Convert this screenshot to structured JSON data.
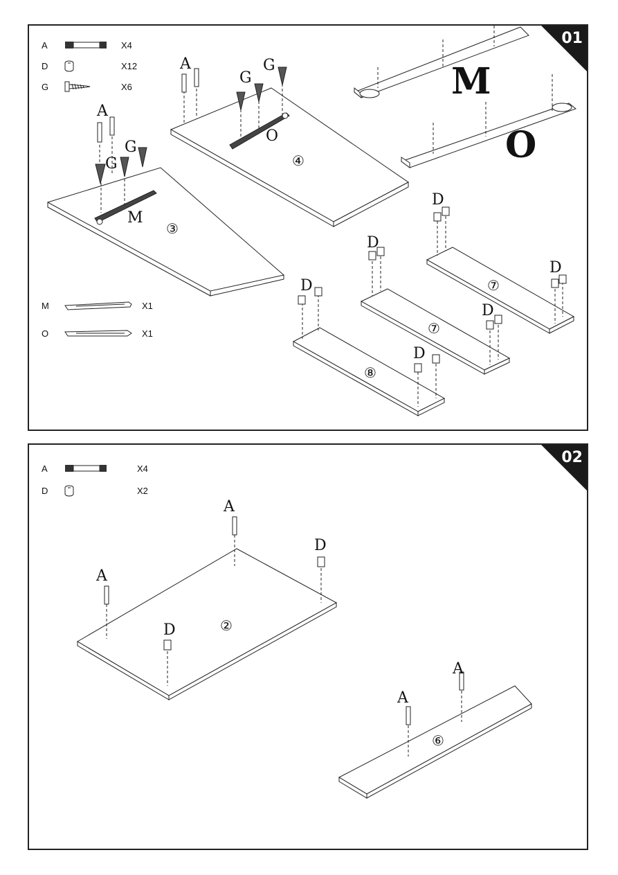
{
  "steps": [
    {
      "number": "01",
      "legend": [
        {
          "letter": "A",
          "qty": "X4",
          "icon": "cam-dowel-icon"
        },
        {
          "letter": "D",
          "qty": "X12",
          "icon": "cam-lock-icon"
        },
        {
          "letter": "G",
          "qty": "X6",
          "icon": "screw-icon"
        }
      ],
      "rails": [
        {
          "letter": "M",
          "qty": "X1"
        },
        {
          "letter": "O",
          "qty": "X1"
        }
      ],
      "callouts": {
        "A": "A",
        "G": "G",
        "D": "D",
        "M": "M",
        "O": "O"
      },
      "panels": [
        "③",
        "④",
        "⑦",
        "⑦",
        "⑧"
      ],
      "big_labels": {
        "M": "M",
        "O": "O"
      }
    },
    {
      "number": "02",
      "legend": [
        {
          "letter": "A",
          "qty": "X4",
          "icon": "cam-dowel-icon"
        },
        {
          "letter": "D",
          "qty": "X2",
          "icon": "cam-lock-icon"
        }
      ],
      "callouts": {
        "A": "A",
        "D": "D"
      },
      "panels": [
        "②",
        "⑥"
      ]
    }
  ]
}
